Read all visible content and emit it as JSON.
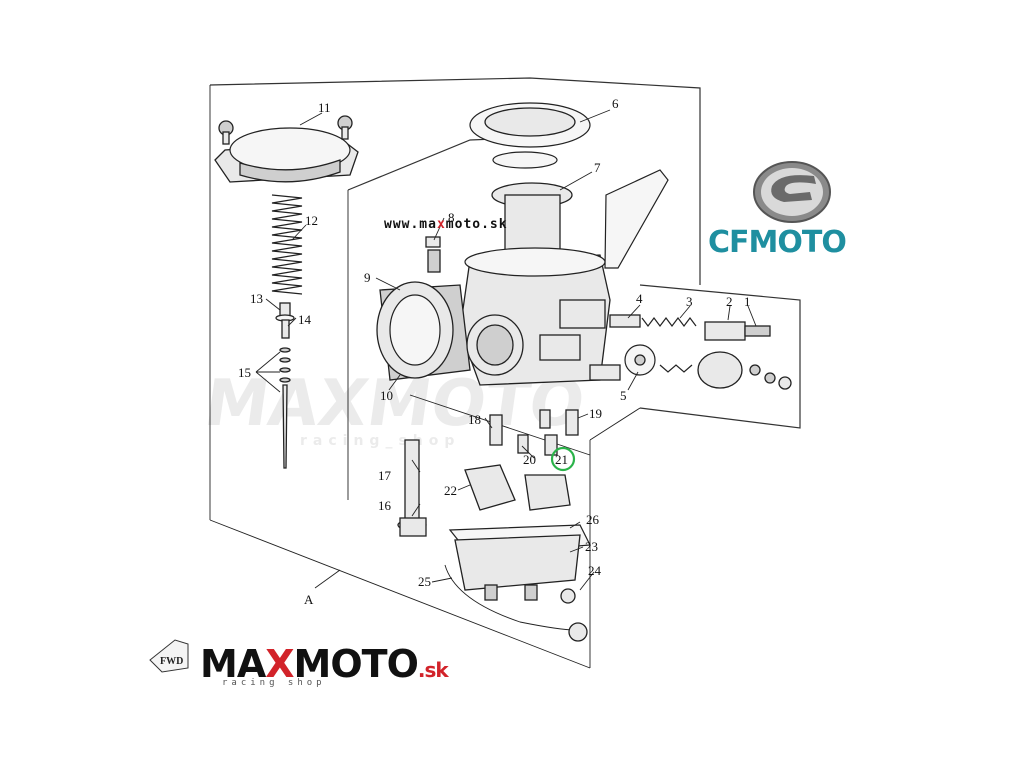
{
  "website_url": {
    "before": "www.ma",
    "highlight": "x",
    "after": "moto.sk"
  },
  "brand": {
    "name": "CFMOTO",
    "color": "#1f8fa0"
  },
  "logo": {
    "before": "MA",
    "highlight": "X",
    "after": "MOTO",
    "suffix": ".sk",
    "tagline": "racing shop",
    "highlight_color": "#d2232a"
  },
  "fwd_label": "FWD",
  "assembly_label": "A",
  "callouts": [
    {
      "label": "1"
    },
    {
      "label": "2"
    },
    {
      "label": "3"
    },
    {
      "label": "4"
    },
    {
      "label": "5"
    },
    {
      "label": "6"
    },
    {
      "label": "7"
    },
    {
      "label": "8"
    },
    {
      "label": "9"
    },
    {
      "label": "10"
    },
    {
      "label": "11"
    },
    {
      "label": "12"
    },
    {
      "label": "13"
    },
    {
      "label": "14"
    },
    {
      "label": "15"
    },
    {
      "label": "16"
    },
    {
      "label": "17"
    },
    {
      "label": "18"
    },
    {
      "label": "19"
    },
    {
      "label": "20"
    },
    {
      "label": "21"
    },
    {
      "label": "22"
    },
    {
      "label": "23"
    },
    {
      "label": "24"
    },
    {
      "label": "25"
    },
    {
      "label": "26"
    }
  ],
  "highlighted_callout": "21",
  "highlight_color": "#2bb34a"
}
